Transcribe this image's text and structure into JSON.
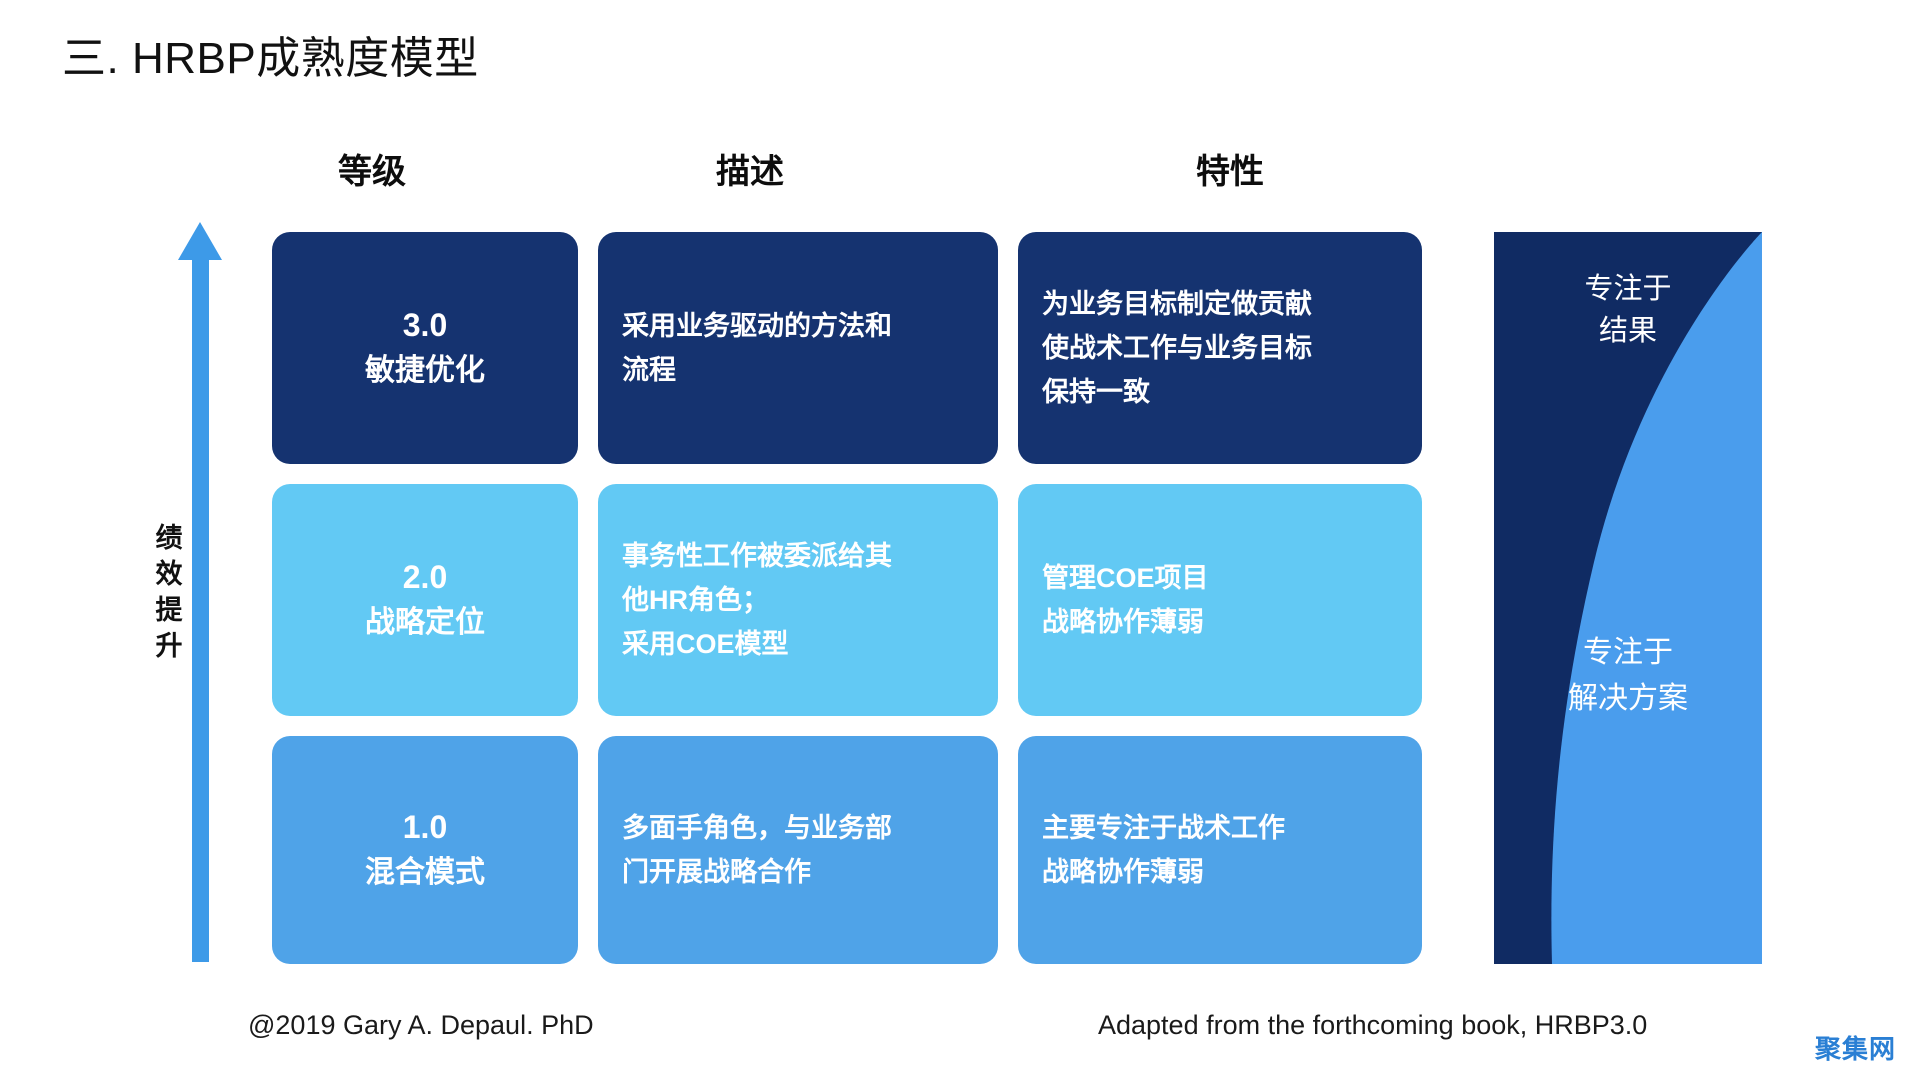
{
  "slide": {
    "title": "三. HRBP成熟度模型",
    "background": "#ffffff"
  },
  "headers": {
    "level": "等级",
    "description": "描述",
    "characteristics": "特性"
  },
  "axis": {
    "label": "绩效提升",
    "arrow_color": "#3d9ae8",
    "direction": "up"
  },
  "colors": {
    "level3": "#153370",
    "level2": "#62c9f4",
    "level1": "#4fa3e8",
    "panel_dark": "#102b63",
    "panel_light": "#4a9ded",
    "watermark": "#2a7fd4"
  },
  "rows": [
    {
      "number": "3.0",
      "name": "敏捷优化",
      "tone": "tone-3",
      "description": [
        "采用业务驱动的方法和",
        "流程"
      ],
      "characteristics": [
        "为业务目标制定做贡献",
        "使战术工作与业务目标",
        "保持一致"
      ]
    },
    {
      "number": "2.0",
      "name": "战略定位",
      "tone": "tone-2",
      "description": [
        "事务性工作被委派给其",
        "他HR角色；",
        "采用COE模型"
      ],
      "characteristics": [
        "管理COE项目",
        "战略协作薄弱"
      ]
    },
    {
      "number": "1.0",
      "name": "混合模式",
      "tone": "tone-1",
      "description": [
        "多面手角色，与业务部",
        "门开展战略合作"
      ],
      "characteristics": [
        "主要专注于战术工作",
        "战略协作薄弱"
      ]
    }
  ],
  "focus_panel": {
    "top_line1": "专注于",
    "top_line2": "结果",
    "bottom_line1": "专注于",
    "bottom_line2": "解决方案"
  },
  "footer": {
    "left": "@2019 Gary A. Depaul. PhD",
    "right": "Adapted from the forthcoming book, HRBP3.0"
  },
  "watermark": "聚集网"
}
